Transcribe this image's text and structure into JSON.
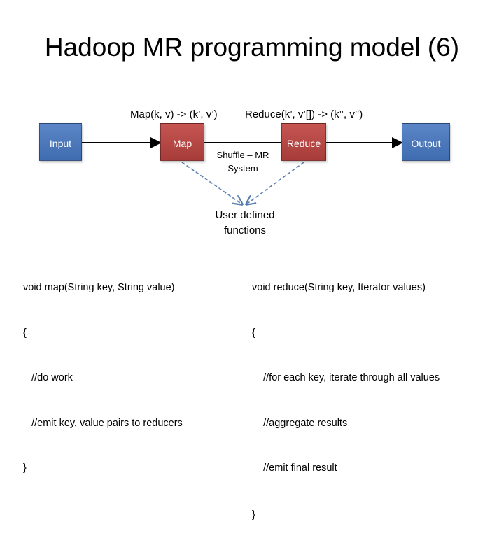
{
  "slide": {
    "title": "Hadoop MR programming model (6)"
  },
  "signatures": {
    "map": "Map(k, v) -> (k’, v’)",
    "reduce": "Reduce(k’, v’[]) -> (k’’, v’’)"
  },
  "pipeline": {
    "input": "Input",
    "map": "Map",
    "shuffle_line1": "Shuffle – MR",
    "shuffle_line2": "System",
    "reduce": "Reduce",
    "output": "Output"
  },
  "callout": {
    "line1": "User defined",
    "line2": "functions"
  },
  "map_code": {
    "line1": "void map(String key, String value)",
    "line2": "{",
    "line3": "   //do work",
    "line4": "   //emit key, value pairs to reducers",
    "line5": "}"
  },
  "reduce_code": {
    "line1": "void reduce(String key, Iterator values)",
    "line2": "{",
    "line3": "    //for each key, iterate through all values",
    "line4": "    //aggregate results",
    "line5": "    //emit final result",
    "line6": "}"
  },
  "colors": {
    "blue_box": "#4a78bd",
    "red_box": "#b24744",
    "dashed_arrow": "#5a7fb3"
  }
}
